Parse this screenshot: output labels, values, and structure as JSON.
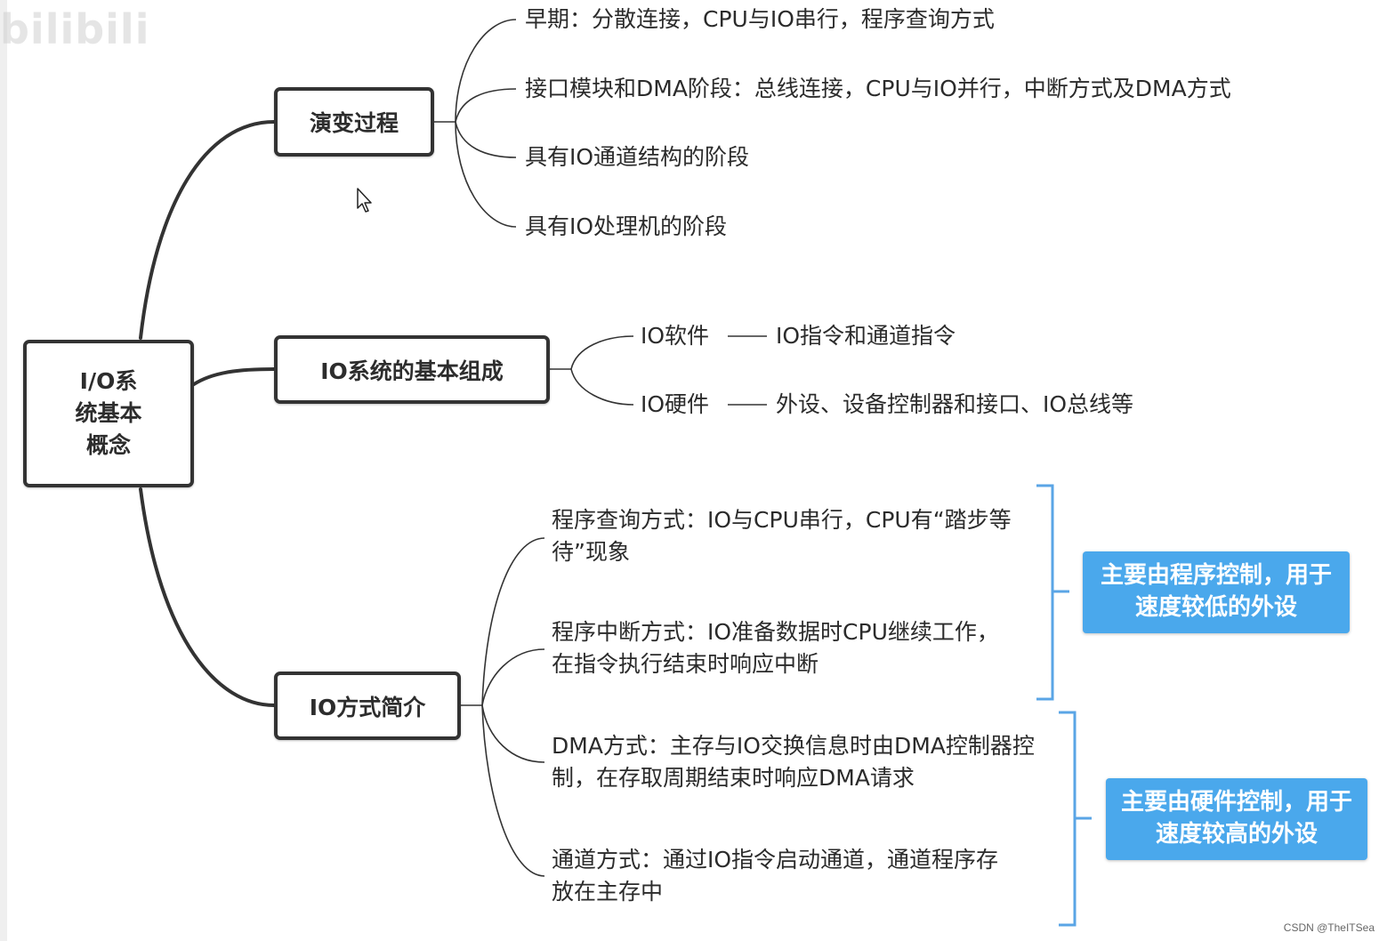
{
  "watermark": "bilibili",
  "root": {
    "label": "I/O系\n统基本\n概念"
  },
  "branches": [
    {
      "label": "演变过程",
      "children": [
        "早期：分散连接，CPU与IO串行，程序查询方式",
        "接口模块和DMA阶段：总线连接，CPU与IO并行，中断方式及DMA方式",
        "具有IO通道结构的阶段",
        "具有IO处理机的阶段"
      ]
    },
    {
      "label": "IO系统的基本组成",
      "children": [
        {
          "label": "IO软件",
          "detail": "IO指令和通道指令"
        },
        {
          "label": "IO硬件",
          "detail": "外设、设备控制器和接口、IO总线等"
        }
      ]
    },
    {
      "label": "IO方式简介",
      "children": [
        "程序查询方式：IO与CPU串行，CPU有“踏步等待”现象",
        "程序中断方式：IO准备数据时CPU继续工作，在指令执行结束时响应中断",
        "DMA方式：主存与IO交换信息时由DMA控制器控制，在存取周期结束时响应DMA请求",
        "通道方式：通过IO指令启动通道，通道程序存放在主存中"
      ]
    }
  ],
  "callouts": [
    "主要由程序控制，用于速度较低的外设",
    "主要由硬件控制，用于速度较高的外设"
  ],
  "credit": "CSDN @TheITSea",
  "colors": {
    "line": "#333333",
    "bracket": "#5aa5e6",
    "callout": "#4aa8ec"
  }
}
